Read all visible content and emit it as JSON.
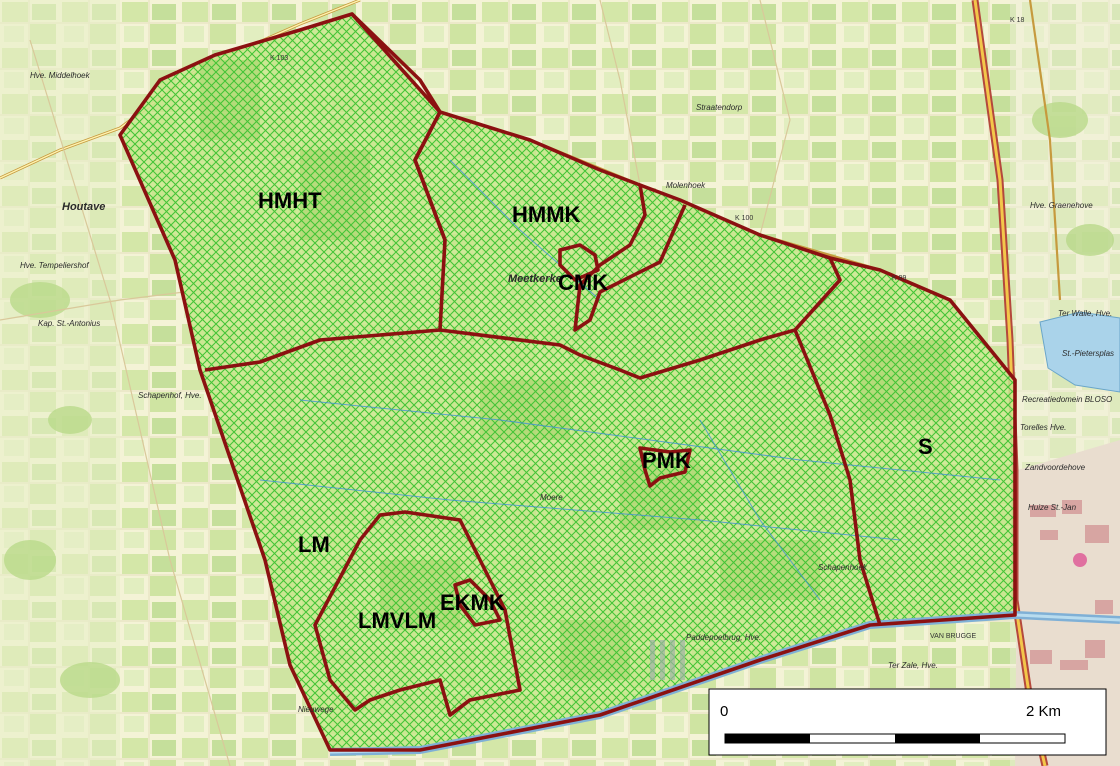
{
  "zones": [
    {
      "id": "HMHT",
      "label": "HMHT"
    },
    {
      "id": "HMMK",
      "label": "HMMK"
    },
    {
      "id": "CMK",
      "label": "CMK"
    },
    {
      "id": "PMK",
      "label": "PMK"
    },
    {
      "id": "S",
      "label": "S"
    },
    {
      "id": "LM",
      "label": "LM"
    },
    {
      "id": "LMVLM",
      "label": "LMVLM"
    },
    {
      "id": "EKMK",
      "label": "EKMK"
    }
  ],
  "places": {
    "houtave": "Houtave",
    "middelhoek": "Hve. Middelhoek",
    "tempeliershof": "Hve. Tempeliershof",
    "st_antonius": "Kap. St.-Antonius",
    "schapenhof": "Schapenhof, Hve.",
    "straatendorp": "Straatendorp",
    "molenhoek": "Molenhoek",
    "graenehove": "Hve. Graenehove",
    "ter_walle": "Ter Walle, Hve.",
    "st_pietersplas": "St.-Pietersplas",
    "recreatiedomein": "Recreatiedomein BLOSO",
    "toreelshove": "Torelles Hve.",
    "zandvoorde": "Zandvoordehove",
    "huize_st_jan": "Huize St.-Jan",
    "meetkerke": "Meetkerke",
    "moere": "Moere",
    "paddepoel": "Paddepoelbrug, Hve.",
    "nieuwege": "Nieuwege",
    "ter_zale": "Ter Zale, Hve.",
    "schapenhoek": "Schapenhoek"
  },
  "roads": {
    "k103": "K 103",
    "k100": "K 100",
    "k99": "K 99",
    "k18": "K 18"
  },
  "canal": "VAN BRUGGE",
  "scale_bar": {
    "start_label": "0",
    "end_label": "2 Km"
  }
}
